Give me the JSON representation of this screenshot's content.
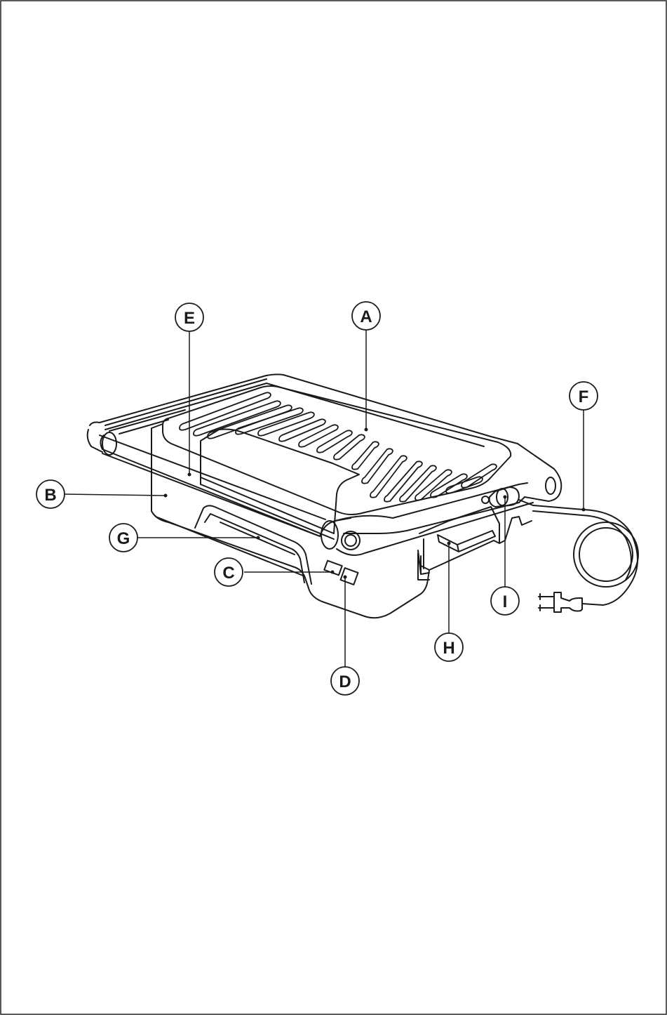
{
  "callouts": [
    {
      "id": "A",
      "text": "A"
    },
    {
      "id": "B",
      "text": "B"
    },
    {
      "id": "C",
      "text": "C"
    },
    {
      "id": "D",
      "text": "D"
    },
    {
      "id": "E",
      "text": "E"
    },
    {
      "id": "F",
      "text": "F"
    },
    {
      "id": "G",
      "text": "G"
    },
    {
      "id": "H",
      "text": "H"
    },
    {
      "id": "I",
      "text": "I"
    }
  ],
  "colors": {
    "line": "#1a1a1a",
    "fill": "#ffffff",
    "border": "#222222"
  }
}
